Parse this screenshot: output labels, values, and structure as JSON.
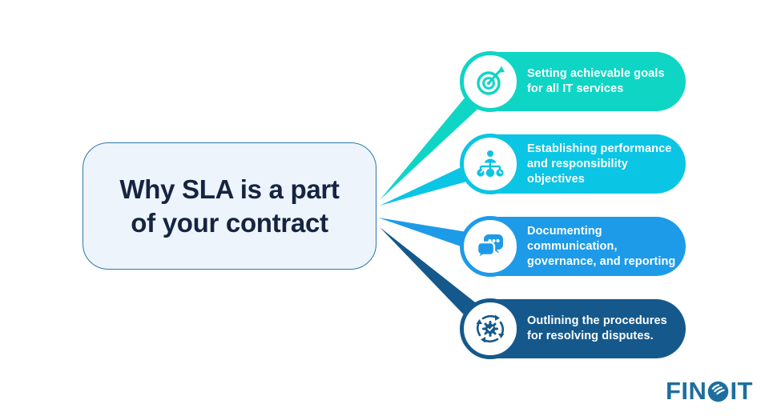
{
  "diagram": {
    "title": {
      "label": "Why SLA is a part of your contract",
      "lines": [
        "Why SLA is a part",
        "of your contract"
      ]
    },
    "items": [
      {
        "icon": "target-icon",
        "color": "#0FD5C5",
        "label": "Setting achievable goals for all IT services",
        "lines": [
          "Setting achievable goals",
          "for all IT services"
        ]
      },
      {
        "icon": "org-chart-icon",
        "color": "#0BC5E4",
        "label": "Establishing performance and responsibility objectives",
        "lines": [
          "Establishing performance",
          "and responsibility",
          "objectives"
        ]
      },
      {
        "icon": "chat-bubbles-icon",
        "color": "#1D9BE8",
        "label": "Documenting communication, governance, and reporting",
        "lines": [
          "Documenting",
          "communication,",
          "governance, and reporting"
        ]
      },
      {
        "icon": "process-gear-icon",
        "color": "#15598C",
        "label": "Outlining the procedures for resolving disputes.",
        "lines": [
          "Outlining the procedures",
          "for resolving disputes."
        ]
      }
    ],
    "colors": {
      "background": "#FFFFFF",
      "box_fill": "#EDF4FB",
      "box_border": "#2E77A9",
      "title_text": "#152440",
      "item_text": "#FFFFFF",
      "logo": "#1D6E9E"
    },
    "logo": {
      "pre": "FIN",
      "post": "IT"
    }
  }
}
